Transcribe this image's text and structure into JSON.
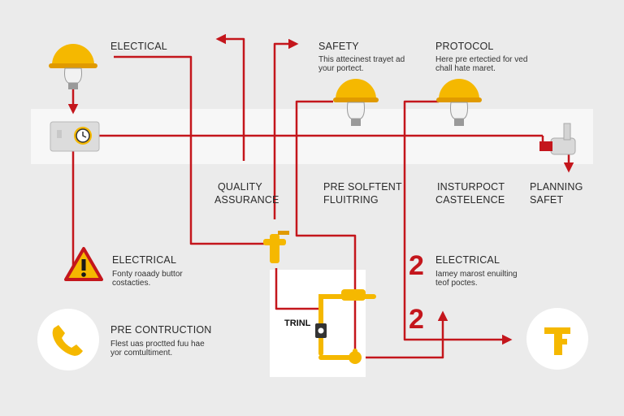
{
  "labels": {
    "electrical_top": "ELECTICAL",
    "safety": "SAFETY",
    "protocol": "PROTOCOL",
    "quality_line1": "QUALITY",
    "quality_line2": "ASSURANCE",
    "pre_line1": "PRE SOLFTENT",
    "pre_line2": "FLUITRING",
    "instur_line1": "INSTURPOCT",
    "instur_line2": "CASTELENCE",
    "planning_line1": "PLANNING",
    "planning_line2": "SAFET",
    "electrical_left": "ELECTRICAL",
    "electrical_right": "ELECTRICAL",
    "pre_contruction": "PRE CONTRUCTION",
    "trin": "TRINL"
  },
  "subtexts": {
    "safety_1": "This attecinest trayet ad",
    "safety_2": "your portect.",
    "protocol_1": "Here pre ertectied for ved",
    "protocol_2": "chall hate maret.",
    "electrical_left_1": "Fonty roaady buttor",
    "electrical_left_2": "costacties.",
    "electrical_right_1": "Iamey marost enuilting",
    "electrical_right_2": "teof poctes.",
    "precon_1": "Flest uas proctted fuu hae",
    "precon_2": "yor comtultiment."
  },
  "numbers": {
    "n1": "2",
    "n2": "2"
  },
  "colors": {
    "wire": "#c4161c",
    "bulb": "#f5b800",
    "bulb_dark": "#e09a00",
    "panel": "#f7f7f7",
    "circle": "#ffffff"
  },
  "icons": {
    "hardhat_bulb": "hardhat-bulb-icon",
    "timer_switch": "timer-switch-icon",
    "warning": "warning-triangle-icon",
    "phone": "phone-icon",
    "valve": "valve-icon",
    "faucet": "faucet-icon",
    "tool_logo": "f-tool-icon"
  }
}
